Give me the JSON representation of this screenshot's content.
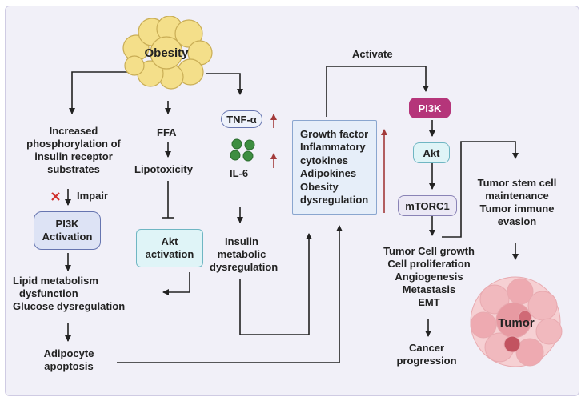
{
  "obesity": "Obesity",
  "activate": "Activate",
  "left": {
    "increased": [
      "Increased",
      "phosphorylation of",
      "insulin receptor",
      "substrates"
    ],
    "impair": "Impair",
    "pi3k_activation": [
      "PI3K",
      "Activation"
    ],
    "lipid": [
      "Lipid metabolism",
      "dysfunction",
      "Glucose dysregulation"
    ],
    "apoptosis": [
      "Adipocyte",
      "apoptosis"
    ]
  },
  "mid": {
    "ffa": "FFA",
    "lipotoxicity": "Lipotoxicity",
    "akt_activation": [
      "Akt",
      "activation"
    ]
  },
  "cyto": {
    "tnf": "TNF-α",
    "il6": "IL-6",
    "insulin": [
      "Insulin",
      "metabolic",
      "dysregulation"
    ]
  },
  "growth_box": [
    "Growth factor",
    "Inflammatory",
    "cytokines",
    "Adipokines",
    "Obesity",
    "dysregulation"
  ],
  "pathway": {
    "pi3k": "PI3K",
    "akt": "Akt",
    "mtorc1": "mTORC1"
  },
  "outcomes": [
    "Tumor Cell growth",
    "Cell proliferation",
    "Angiogenesis",
    "Metastasis",
    "EMT"
  ],
  "cancer": [
    "Cancer",
    "progression"
  ],
  "stem": [
    "Tumor stem cell",
    "maintenance",
    "Tumor immune",
    "evasion"
  ],
  "tumor": "Tumor",
  "colors": {
    "pi3k_fill": "#b5357a",
    "akt_fill": "#dff4f7",
    "growth_fill": "#e6eef9",
    "pi3k_act_fill": "#dde3f5",
    "red_arrow": "#a33a3a",
    "fat": "#f4df8a"
  }
}
